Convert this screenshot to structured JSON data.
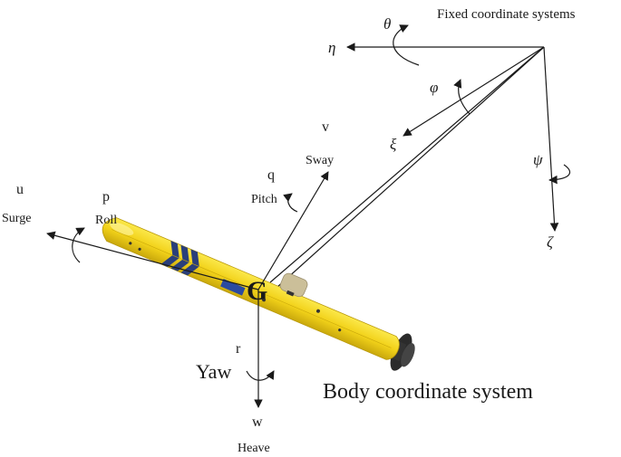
{
  "fixed_frame": {
    "title": "Fixed coordinate systems",
    "eta": "η",
    "theta": "θ",
    "phi": "φ",
    "xi": "ξ",
    "psi": "ψ",
    "zeta": "ζ"
  },
  "body_frame": {
    "title": "Body coordinate system",
    "origin": "G",
    "u": "u",
    "surge": "Surge",
    "p": "p",
    "roll": "Roll",
    "q": "q",
    "pitch": "Pitch",
    "v": "v",
    "sway": "Sway",
    "r": "r",
    "yaw": "Yaw",
    "w": "w",
    "heave": "Heave"
  },
  "colors": {
    "hull": "#f2d21a",
    "hull_shadow": "#c9a80c",
    "stripe": "#2a3f7a",
    "propeller": "#2b2b2b",
    "sonar": "#cbbf99",
    "line": "#1a1a1a"
  }
}
